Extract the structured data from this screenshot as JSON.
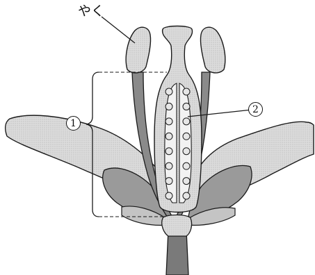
{
  "labels": {
    "anther": "やく",
    "marker_1": "1",
    "marker_2": "2"
  },
  "colors": {
    "stroke": "#1a1a1a",
    "petal_fill": "#d9d9d9",
    "anther_fill": "#d2d2d2",
    "filament_fill": "#8a8a8a",
    "sepal_fill": "#9a9a9a",
    "pistil_fill": "#dedede",
    "ovary_inner_fill": "#f2f2f2",
    "stem_fill": "#7a7a7a",
    "ovule_fill": "#e6e6e6"
  },
  "ovule_rows": 8
}
